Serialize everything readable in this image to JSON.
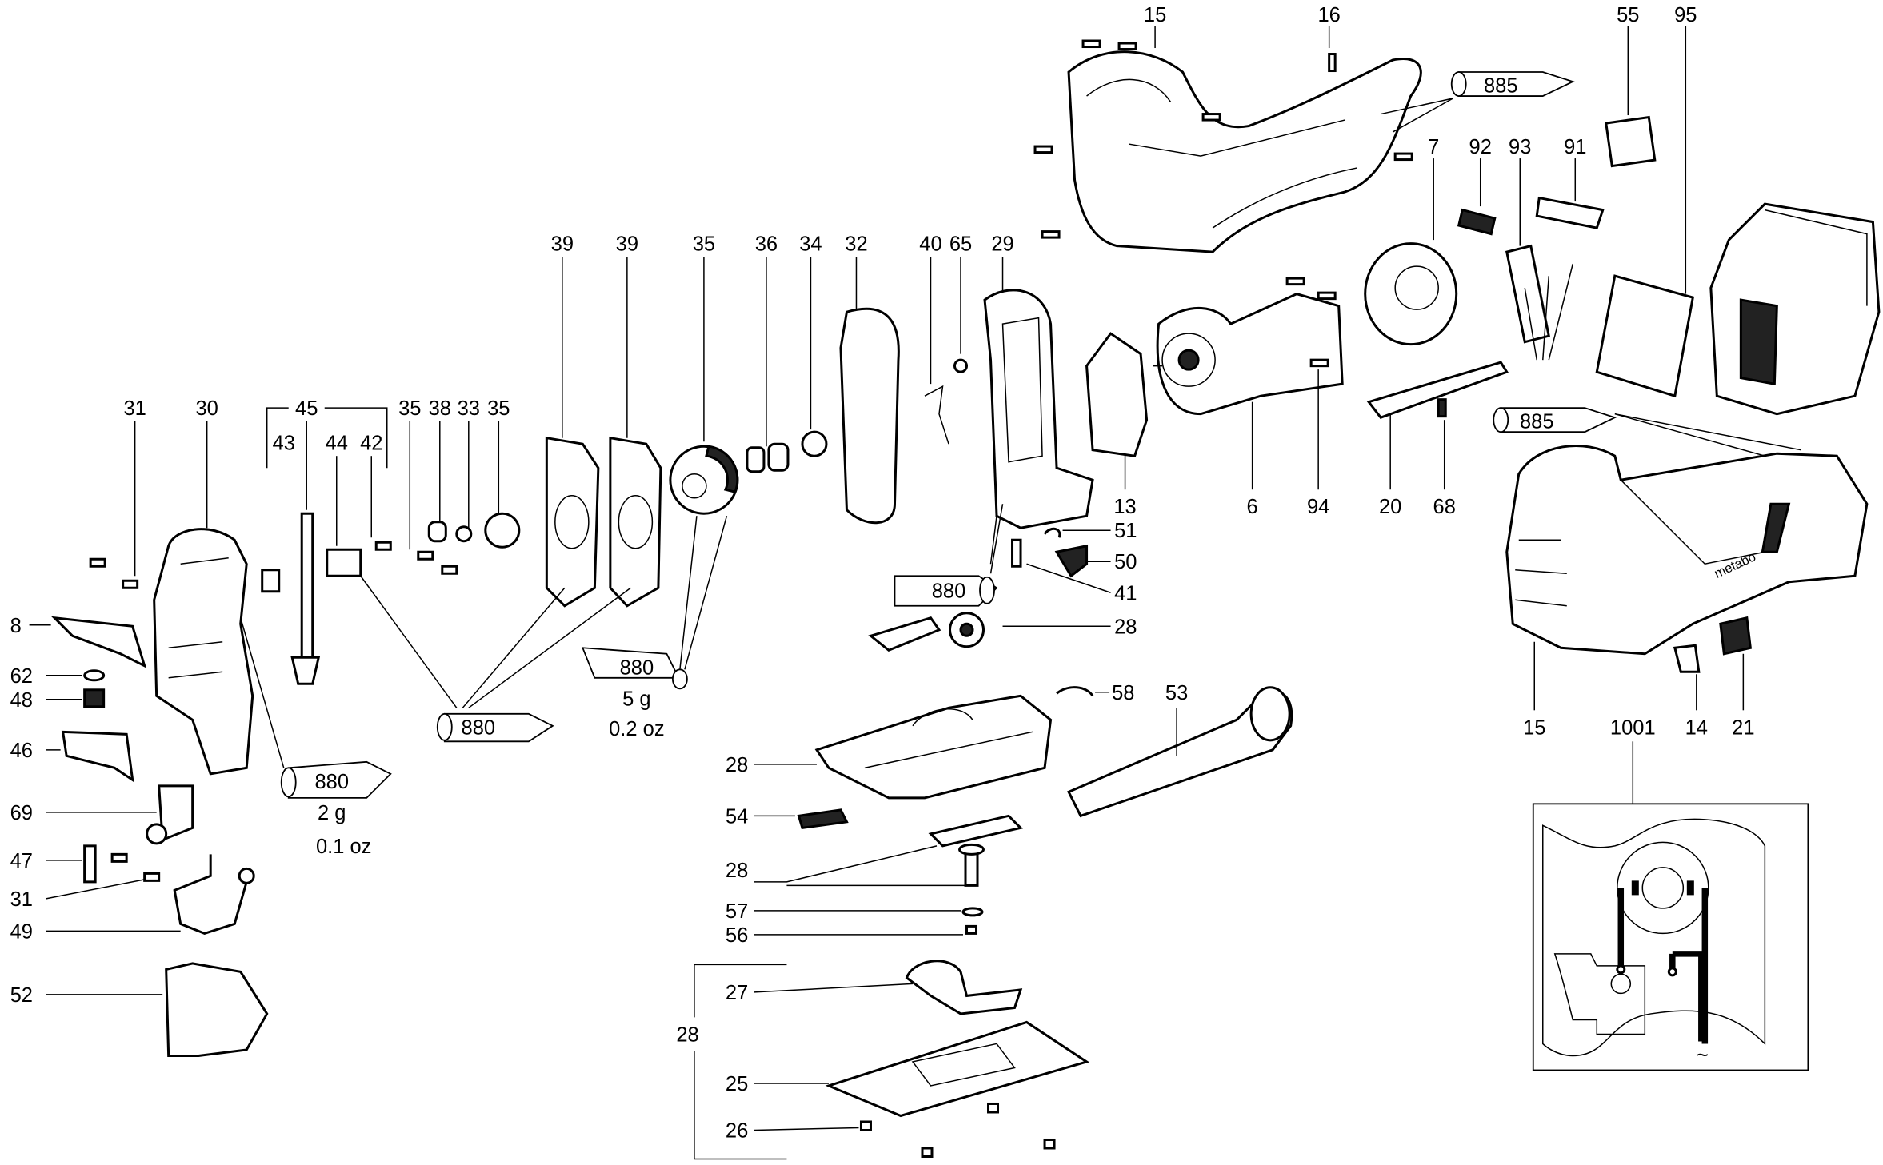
{
  "callouts": [
    "15",
    "16",
    "55",
    "95",
    "7",
    "92",
    "93",
    "91",
    "39",
    "39",
    "35",
    "36",
    "34",
    "32",
    "40",
    "65",
    "29",
    "31",
    "30",
    "45",
    "43",
    "44",
    "42",
    "35",
    "38",
    "33",
    "35",
    "13",
    "6",
    "94",
    "20",
    "68",
    "51",
    "50",
    "41",
    "28",
    "15",
    "1001",
    "14",
    "21",
    "58",
    "53",
    "8",
    "62",
    "48",
    "46",
    "69",
    "47",
    "31",
    "49",
    "52",
    "28",
    "54",
    "28",
    "57",
    "56",
    "27",
    "28",
    "25",
    "26"
  ],
  "grease": [
    {
      "code": "885"
    },
    {
      "code": "885"
    },
    {
      "code": "880"
    },
    {
      "code": "880",
      "amount_g": "5 g",
      "amount_oz": "0.2 oz"
    },
    {
      "code": "880",
      "amount_g": "2 g",
      "amount_oz": "0.1 oz"
    },
    {
      "code": "880"
    }
  ],
  "brand_mark": "metabo",
  "wiring_symbol": "~"
}
